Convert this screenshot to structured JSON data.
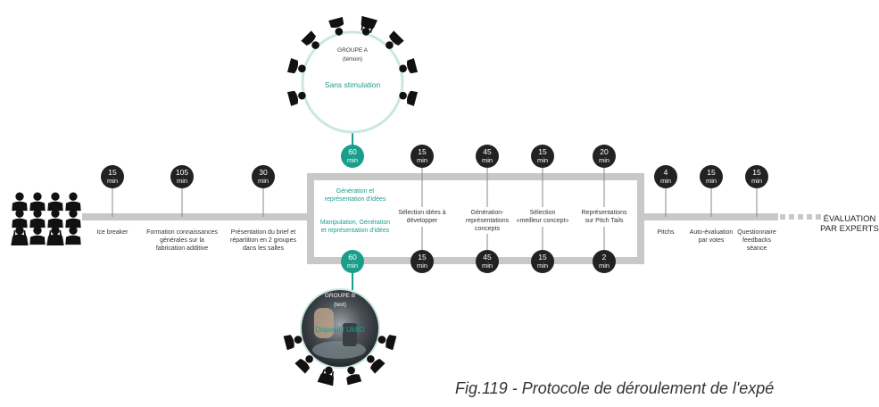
{
  "colors": {
    "track": "#c8c8c8",
    "bubble": "#222222",
    "accent": "#1a9e8c",
    "people": "#111111"
  },
  "steps_before": [
    {
      "value": "15",
      "unit": "min",
      "lines": [
        "Ice breaker"
      ]
    },
    {
      "value": "105",
      "unit": "min",
      "lines": [
        "Formation connaissances",
        "générales sur la",
        "fabrication additive"
      ]
    },
    {
      "value": "30",
      "unit": "min",
      "lines": [
        "Présentation du brief et",
        "répartition en 2 groupes",
        "dans les salles"
      ]
    }
  ],
  "group_steps": [
    {
      "lines": [
        "Sélection idées à",
        "développer"
      ],
      "top": {
        "value": "15",
        "unit": "min"
      },
      "bottom": {
        "value": "15",
        "unit": "min"
      }
    },
    {
      "lines": [
        "Génération-",
        "représentations",
        "concepts"
      ],
      "top": {
        "value": "45",
        "unit": "min"
      },
      "bottom": {
        "value": "45",
        "unit": "min"
      }
    },
    {
      "lines": [
        "Sélection",
        "«meilleur concept»"
      ],
      "top": {
        "value": "15",
        "unit": "min"
      },
      "bottom": {
        "value": "15",
        "unit": "min"
      }
    },
    {
      "lines": [
        "Représentations",
        "sur Pitch Tails"
      ],
      "top": {
        "value": "20",
        "unit": "min"
      },
      "bottom": {
        "value": "2",
        "unit": "min"
      }
    }
  ],
  "first_stage": {
    "top_bubble": {
      "value": "60",
      "unit": "min"
    },
    "bottom_bubble": {
      "value": "60",
      "unit": "min"
    },
    "top_lines": [
      "Génération et",
      "représentation d'idées"
    ],
    "bottom_lines": [
      "Manipulation, Génération",
      "et représentation d'idées"
    ]
  },
  "steps_after": [
    {
      "value": "4",
      "unit": "min",
      "lines": [
        "Pitchs"
      ]
    },
    {
      "value": "15",
      "unit": "min",
      "lines": [
        "Auto-évaluation",
        "par votes"
      ]
    },
    {
      "value": "15",
      "unit": "min",
      "lines": [
        "Questionnaire",
        "feedbacks",
        "séance"
      ]
    }
  ],
  "final": {
    "lines": [
      "ÉVALUATION",
      "PAR EXPERTS"
    ]
  },
  "group_a": {
    "name": "GROUPE A",
    "note": "(témoin)",
    "condition": "Sans stimulation"
  },
  "group_b": {
    "name": "GROUPE B",
    "note": "(test)",
    "condition": "Dispositif UMIO"
  },
  "caption": "Fig.119 - Protocole de déroulement de l'expé"
}
